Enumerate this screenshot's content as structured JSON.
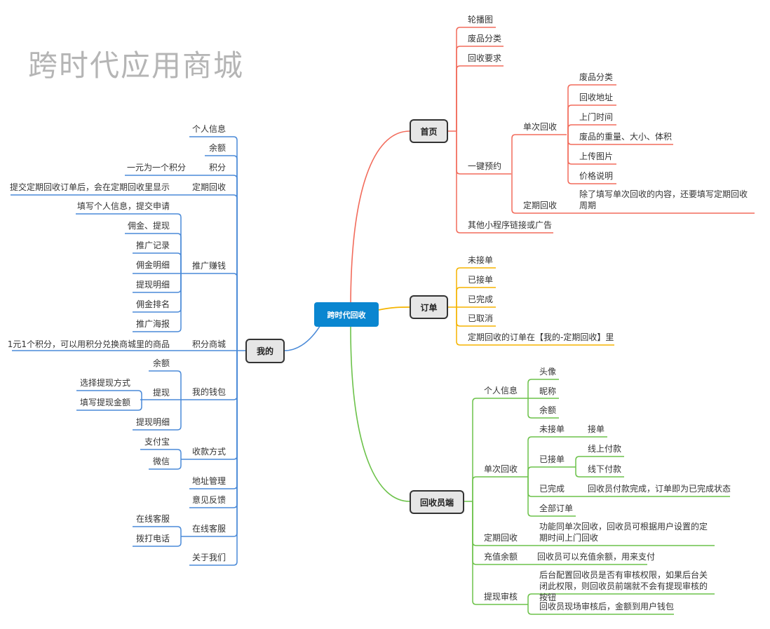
{
  "center": "跨时代回收",
  "watermark": "跨时代应用商城",
  "colors": {
    "home": "#f26b5b",
    "order": "#f5b400",
    "collector": "#6cc24a",
    "mine": "#4a8ad8",
    "center": "#0a86d0"
  },
  "home": {
    "title": "首页",
    "items": [
      "轮播图",
      "废品分类",
      "回收要求",
      "一键预约",
      "其他小程序链接或广告"
    ],
    "booking": {
      "single": "单次回收",
      "single_items": [
        "废品分类",
        "回收地址",
        "上门时间",
        "废品的重量、大小、体积",
        "上传图片",
        "价格说明"
      ],
      "periodic": "定期回收",
      "periodic_note": "除了填写单次回收的内容，还要填写定期回收周期"
    }
  },
  "order": {
    "title": "订单",
    "items": [
      "未接单",
      "已接单",
      "已完成",
      "已取消",
      "定期回收的订单在【我的-定期回收】里"
    ]
  },
  "collector": {
    "title": "回收员端",
    "profile": {
      "label": "个人信息",
      "items": [
        "头像",
        "昵称",
        "余额"
      ]
    },
    "single": {
      "label": "单次回收",
      "unaccepted": "未接单",
      "unaccepted_action": "接单",
      "accepted": "已接单",
      "accepted_items": [
        "线上付款",
        "线下付款"
      ],
      "completed": "已完成",
      "completed_note": "回收员付款完成，订单即为已完成状态",
      "all": "全部订单"
    },
    "periodic": {
      "label": "定期回收",
      "note": "功能同单次回收，回收员可根据用户设置的定期时间上门回收"
    },
    "recharge": {
      "label": "充值余额",
      "note": "回收员可以充值余额，用来支付"
    },
    "withdraw_review": {
      "label": "提现审核",
      "items": [
        "后台配置回收员是否有审核权限，如果后台关闭此权限，则回收员前端就不会有提现审核的按钮",
        "回收员现场审核后，金额到用户钱包"
      ]
    }
  },
  "mine": {
    "title": "我的",
    "profile": "个人信息",
    "balance": "余额",
    "points": "积分",
    "points_note": "一元为一个积分",
    "periodic": "定期回收",
    "periodic_note": "提交定期回收订单后，会在定期回收里显示",
    "promo": {
      "label": "推广赚钱",
      "items": [
        "填写个人信息，提交申请",
        "佣金、提现",
        "推广记录",
        "佣金明细",
        "提现明细",
        "佣金排名",
        "推广海报"
      ]
    },
    "mall": "积分商城",
    "mall_note": "1元1个积分，可以用积分兑换商城里的商品",
    "wallet": {
      "label": "我的钱包",
      "balance": "余额",
      "withdraw": "提现",
      "withdraw_items": [
        "选择提现方式",
        "填写提现金额"
      ],
      "detail": "提现明细"
    },
    "payment": {
      "label": "收款方式",
      "items": [
        "支付宝",
        "微信"
      ]
    },
    "address": "地址管理",
    "feedback": "意见反馈",
    "service": {
      "label": "在线客服",
      "items": [
        "在线客服",
        "拨打电话"
      ]
    },
    "about": "关于我们"
  }
}
